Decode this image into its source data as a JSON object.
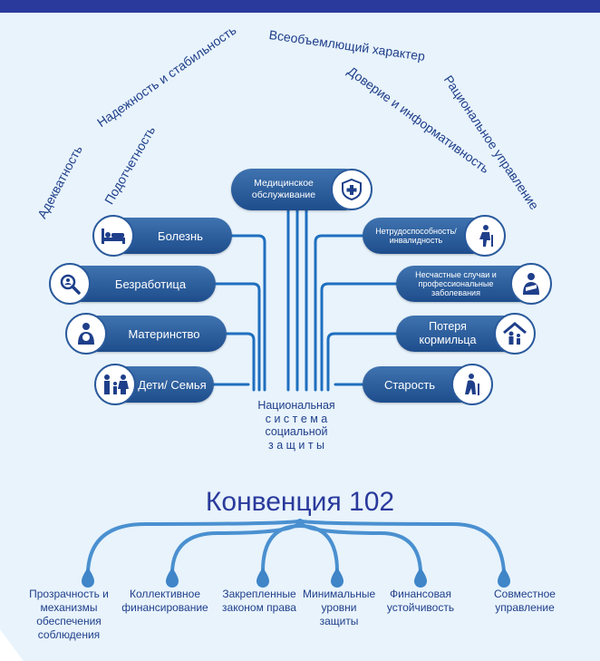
{
  "principles": [
    {
      "text": "Адекватность"
    },
    {
      "text": "Надежность и стабильность"
    },
    {
      "text": "Подотчетность"
    },
    {
      "text": "Всеобъемлющий характер"
    },
    {
      "text": "Доверие и информативность"
    },
    {
      "text": "Рациональное управление"
    }
  ],
  "left_risks": [
    {
      "label": "Болезнь",
      "icon": "bed-icon"
    },
    {
      "label": "Безработица",
      "icon": "magnifier-icon"
    },
    {
      "label": "Материнство",
      "icon": "mother-icon"
    },
    {
      "label": "Дети/ Семья",
      "icon": "family-icon"
    }
  ],
  "top_risk": {
    "label": "Медицинское обслуживание",
    "icon": "medical-kit-icon"
  },
  "right_risks": [
    {
      "label": "Нетрудоспособность/ инвалидность",
      "icon": "disability-icon"
    },
    {
      "label": "Несчастные случаи и профессиональные заболевания",
      "icon": "injury-icon"
    },
    {
      "label": "Потеря кормильца",
      "icon": "house-family-icon"
    },
    {
      "label": "Старость",
      "icon": "elderly-icon"
    }
  ],
  "center": {
    "line1": "Национальная",
    "line2": "с и с т е м а",
    "line3": "социальной",
    "line4": "з а щ и т ы"
  },
  "convention": "Конвенция 102",
  "principles_bottom": [
    {
      "text": "Прозрачность и механизмы обеспечения соблюдения"
    },
    {
      "text": "Коллективное финансирование"
    },
    {
      "text": "Закрепленные законом права"
    },
    {
      "text": "Минимальные уровни защиты"
    },
    {
      "text": "Финансовая устойчивость"
    },
    {
      "text": "Совместное управление"
    }
  ],
  "colors": {
    "dark_blue": "#2a3a9c",
    "pill_blue": "#2e5fa0",
    "line_blue": "#1f6fbf",
    "bg": "#e8f3fc"
  }
}
